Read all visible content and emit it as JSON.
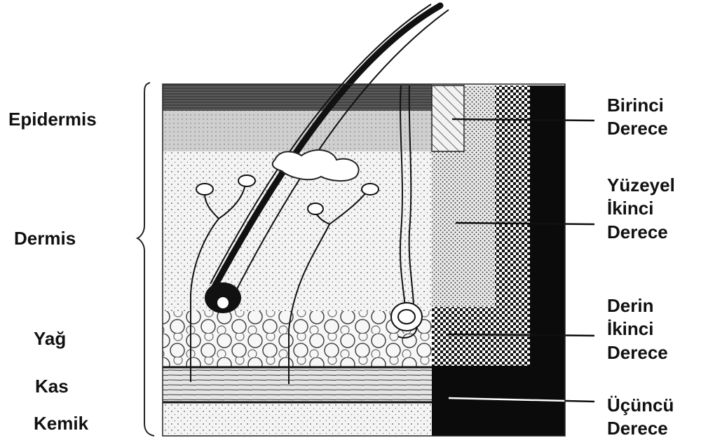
{
  "layers": {
    "epidermis": "Epidermis",
    "dermis": "Dermis",
    "fat": "Yağ",
    "muscle": "Kas",
    "bone": "Kemik"
  },
  "burn_degrees": {
    "first": {
      "line1": "Birinci",
      "line2": "Derece"
    },
    "superficial_second": {
      "line1": "Yüzeyel",
      "line2": "İkinci",
      "line3": "Derece"
    },
    "deep_second": {
      "line1": "Derin",
      "line2": "İkinci",
      "line3": "Derece"
    },
    "third": {
      "line1": "Üçüncü",
      "line2": "Derece"
    }
  },
  "colors": {
    "ink": "#111111",
    "paper": "#ffffff"
  }
}
